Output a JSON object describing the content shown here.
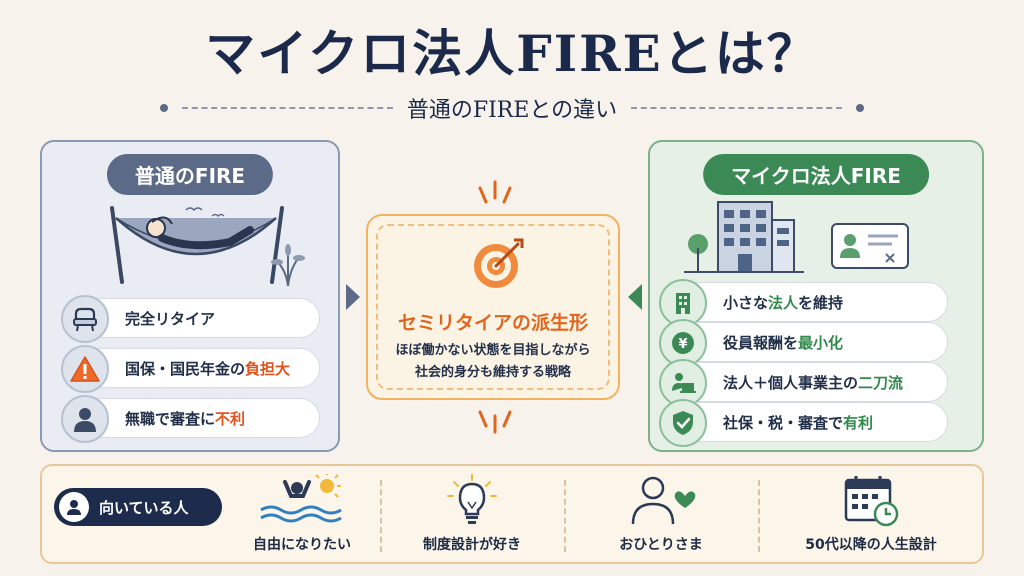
{
  "title": "マイクロ法人FIREとは？",
  "subtitle": "普通のFIREとの違い",
  "left_panel": {
    "label": "普通のFIRE",
    "items": [
      {
        "icon": "armchair-icon",
        "text_before": "完全リタイア",
        "highlight": "",
        "text_after": ""
      },
      {
        "icon": "warning-icon",
        "text_before": "国保・国民年金の",
        "highlight": "負担大",
        "text_after": ""
      },
      {
        "icon": "person-icon",
        "text_before": "無職で審査に",
        "highlight": "不利",
        "text_after": ""
      }
    ]
  },
  "center": {
    "title": "セミリタイアの派生形",
    "desc_line1": "ほぼ働かない状態を目指しながら",
    "desc_line2": "社会的身分も維持する戦略"
  },
  "right_panel": {
    "label": "マイクロ法人FIRE",
    "items": [
      {
        "icon": "building-icon",
        "text_before": "小さな",
        "highlight": "法人",
        "text_after": "を維持"
      },
      {
        "icon": "yen-coin-icon",
        "text_before": "役員報酬を",
        "highlight": "最小化",
        "text_after": ""
      },
      {
        "icon": "laptop-worker-icon",
        "text_before": "法人＋個人事業主の",
        "highlight": "二刀流",
        "text_after": ""
      },
      {
        "icon": "shield-check-icon",
        "text_before": "社保・税・審査で",
        "highlight": "有利",
        "text_after": ""
      }
    ]
  },
  "bottom": {
    "badge": "向いている人",
    "items": [
      {
        "icon": "swimmer-sun-icon",
        "label": "自由になりたい"
      },
      {
        "icon": "lightbulb-icon",
        "label": "制度設計が好き"
      },
      {
        "icon": "person-heart-icon",
        "label": "おひとりさま"
      },
      {
        "icon": "calendar-clock-icon",
        "label": "50代以降の人生設計"
      }
    ]
  },
  "colors": {
    "navy": "#1b2a4a",
    "orange": "#e2651e",
    "green": "#3b8a56",
    "slate": "#5b6a86"
  }
}
